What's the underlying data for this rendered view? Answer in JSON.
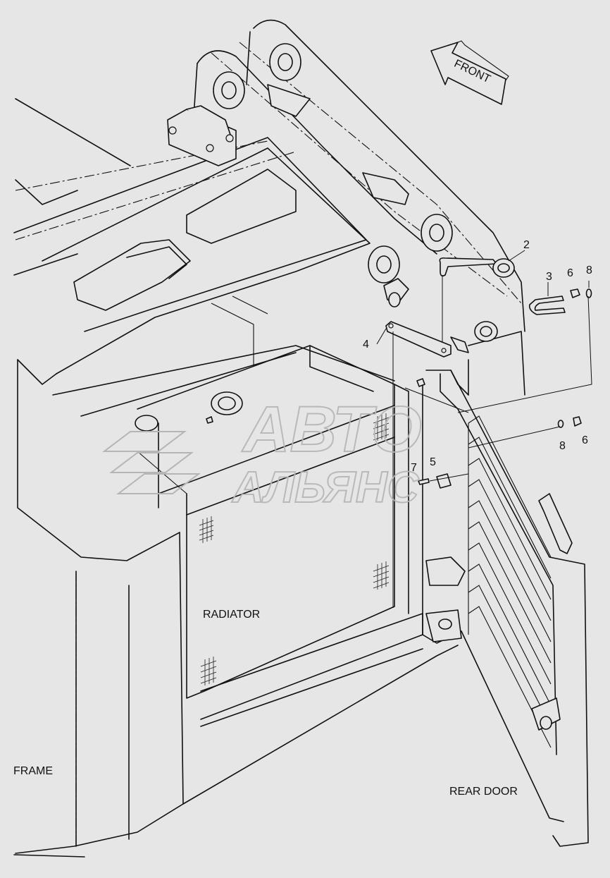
{
  "labels": {
    "front": "FRONT",
    "radiator": "RADIATOR",
    "frame": "FRAME",
    "rear_door": "REAR DOOR"
  },
  "callouts": [
    {
      "id": "callout-2",
      "text": "2"
    },
    {
      "id": "callout-3",
      "text": "3"
    },
    {
      "id": "callout-6-top",
      "text": "6"
    },
    {
      "id": "callout-8-top",
      "text": "8"
    },
    {
      "id": "callout-4",
      "text": "4"
    },
    {
      "id": "callout-8-mid",
      "text": "8"
    },
    {
      "id": "callout-6-mid",
      "text": "6"
    },
    {
      "id": "callout-7",
      "text": "7"
    },
    {
      "id": "callout-5",
      "text": "5"
    }
  ],
  "watermark": {
    "line1": "АВТО",
    "line2": "АЛЬЯНС"
  },
  "colors": {
    "background": "#e6e6e6",
    "line": "#111111",
    "watermark": "#b5b5b5"
  }
}
